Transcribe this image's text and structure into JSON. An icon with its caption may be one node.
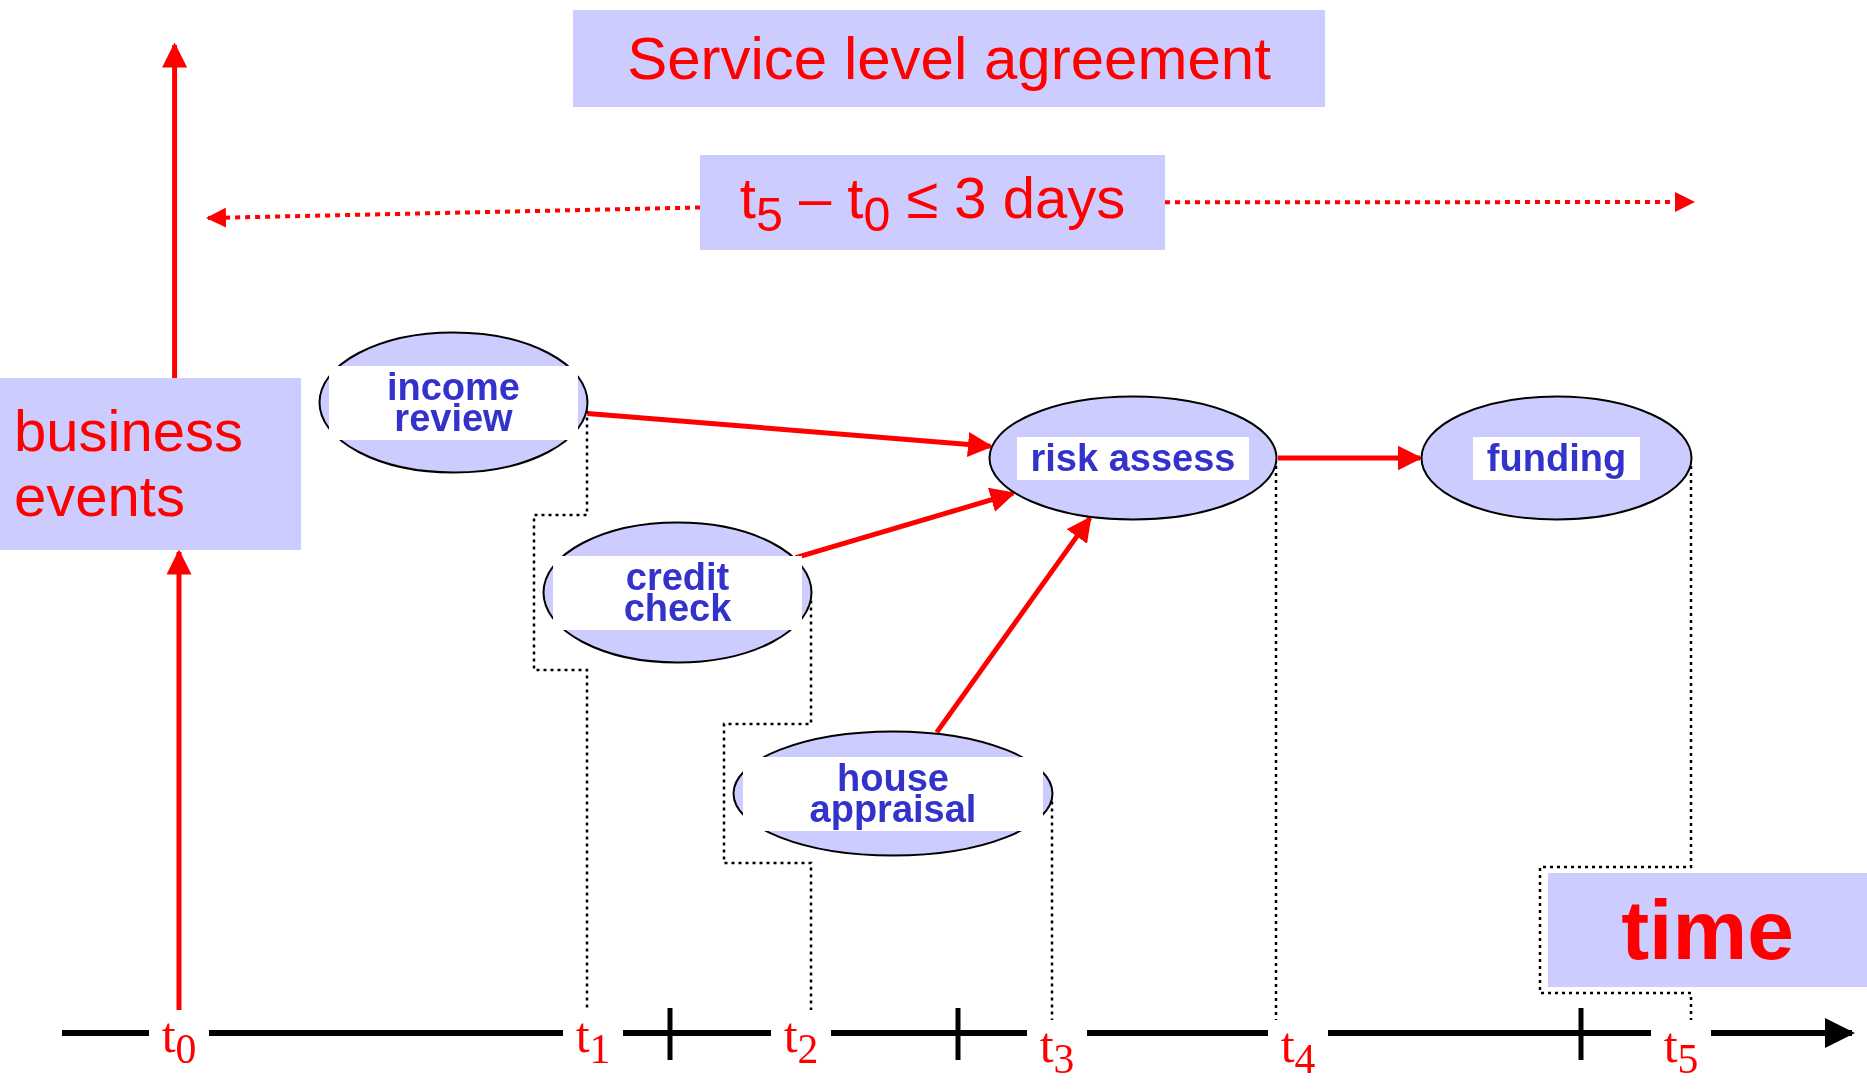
{
  "diagram": {
    "nodes": [
      {
        "text": [
          "Service level agreement"
        ]
      },
      {
        "text": [
          "t$_{5}$ – t$_{0}$ ≤ 3 days"
        ]
      },
      {
        "text": [
          "business events"
        ]
      },
      {
        "text": [
          "income review"
        ]
      },
      {
        "text": [
          "credit check"
        ]
      },
      {
        "text": [
          "house appraisal"
        ]
      },
      {
        "text": [
          "risk assess"
        ]
      },
      {
        "text": [
          "funding"
        ]
      },
      {
        "text": [
          "time"
        ]
      },
      {
        "text": [
          "t$_{0}$"
        ]
      },
      {
        "text": [
          "t$_{1}$"
        ]
      },
      {
        "text": [
          "t$_{2}$"
        ]
      },
      {
        "text": [
          "t$_{3}$"
        ]
      },
      {
        "text": [
          "t$_{4}$"
        ]
      },
      {
        "text": [
          "t$_{5}$"
        ]
      }
    ],
    "edges": [
      {
        "from": 1,
        "to": null,
        "arrow": "to",
        "style": "dashed"
      },
      {
        "from": 1,
        "to": null,
        "arrow": "to",
        "style": "dashed"
      },
      {
        "from": 9,
        "to": 2,
        "arrow": "to"
      },
      {
        "from": 2,
        "to": null,
        "arrow": "to"
      },
      {
        "from": 3,
        "to": 6,
        "arrow": "to"
      },
      {
        "from": 4,
        "to": 6,
        "arrow": "to"
      },
      {
        "from": 5,
        "to": 6,
        "arrow": "to"
      },
      {
        "from": 6,
        "to": 7,
        "arrow": "to"
      },
      {
        "from": 3,
        "to": 10,
        "arrow": "none",
        "style": "dashed",
        "color": "#000000"
      },
      {
        "from": 4,
        "to": 11,
        "arrow": "none",
        "style": "dashed",
        "color": "#000000"
      },
      {
        "from": 5,
        "to": 12,
        "arrow": "none",
        "style": "dashed",
        "color": "#000000"
      },
      {
        "from": 6,
        "to": 13,
        "arrow": "none",
        "style": "dashed",
        "color": "#000000"
      },
      {
        "from": 7,
        "to": 14,
        "arrow": "none",
        "style": "dashed",
        "color": "#000000"
      }
    ]
  }
}
